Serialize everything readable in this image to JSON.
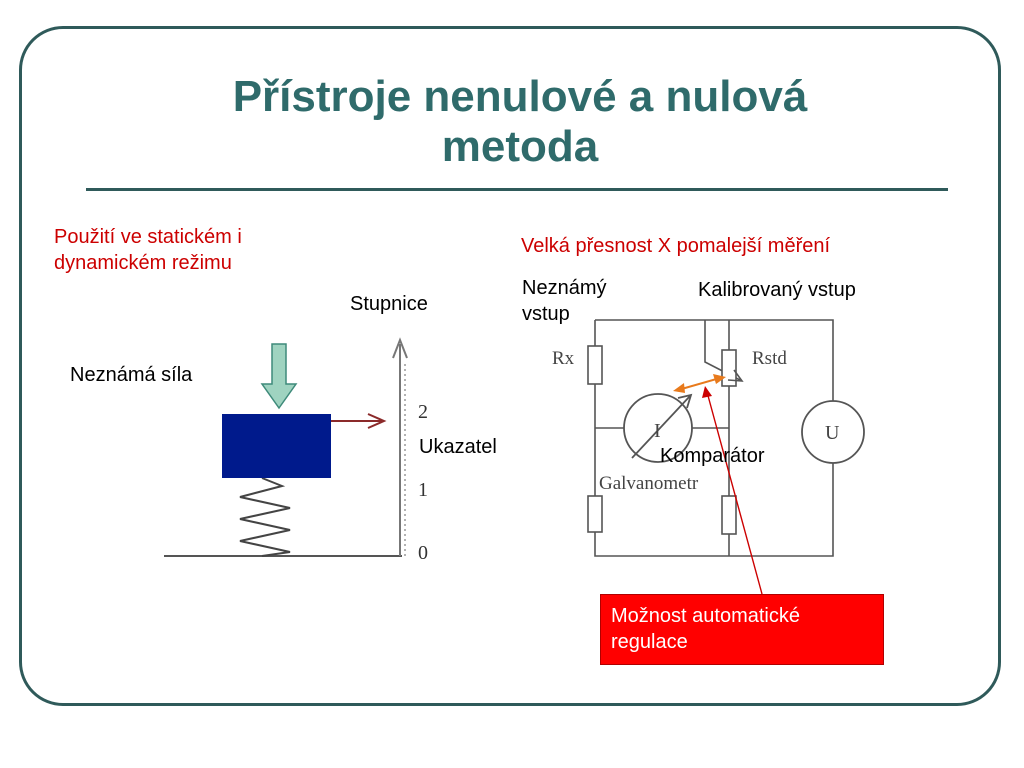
{
  "slide": {
    "title": "Přístroje nenulové a  nulová\nmetoda",
    "left_caption": "Použití ve statickém i\ndynamickém režimu",
    "right_caption": "Velká přesnost X pomalejší měření",
    "box_text": "Možnost automatické\nregulace"
  },
  "left_diagram": {
    "label_force": "Neznámá síla",
    "label_scale": "Stupnice",
    "label_pointer": "Ukazatel",
    "tick_labels": [
      "2",
      "1",
      "0"
    ],
    "colors": {
      "mass": "#001a8c",
      "arrow_fill": "#9fd3c0",
      "arrow_stroke": "#3e8a7a"
    }
  },
  "right_diagram": {
    "label_unknown_input": "Neznámý\nvstup",
    "label_calibrated_input": "Kalibrovaný vstup",
    "label_comparator": "Komparátor",
    "label_rx": "Rx",
    "label_rstd": "Rstd",
    "label_meter": "I",
    "label_galvanometer": "Galvanometr",
    "label_source": "U",
    "colors": {
      "comparator_arrow": "#e87a1c",
      "pointer_line": "#cc0000"
    }
  }
}
